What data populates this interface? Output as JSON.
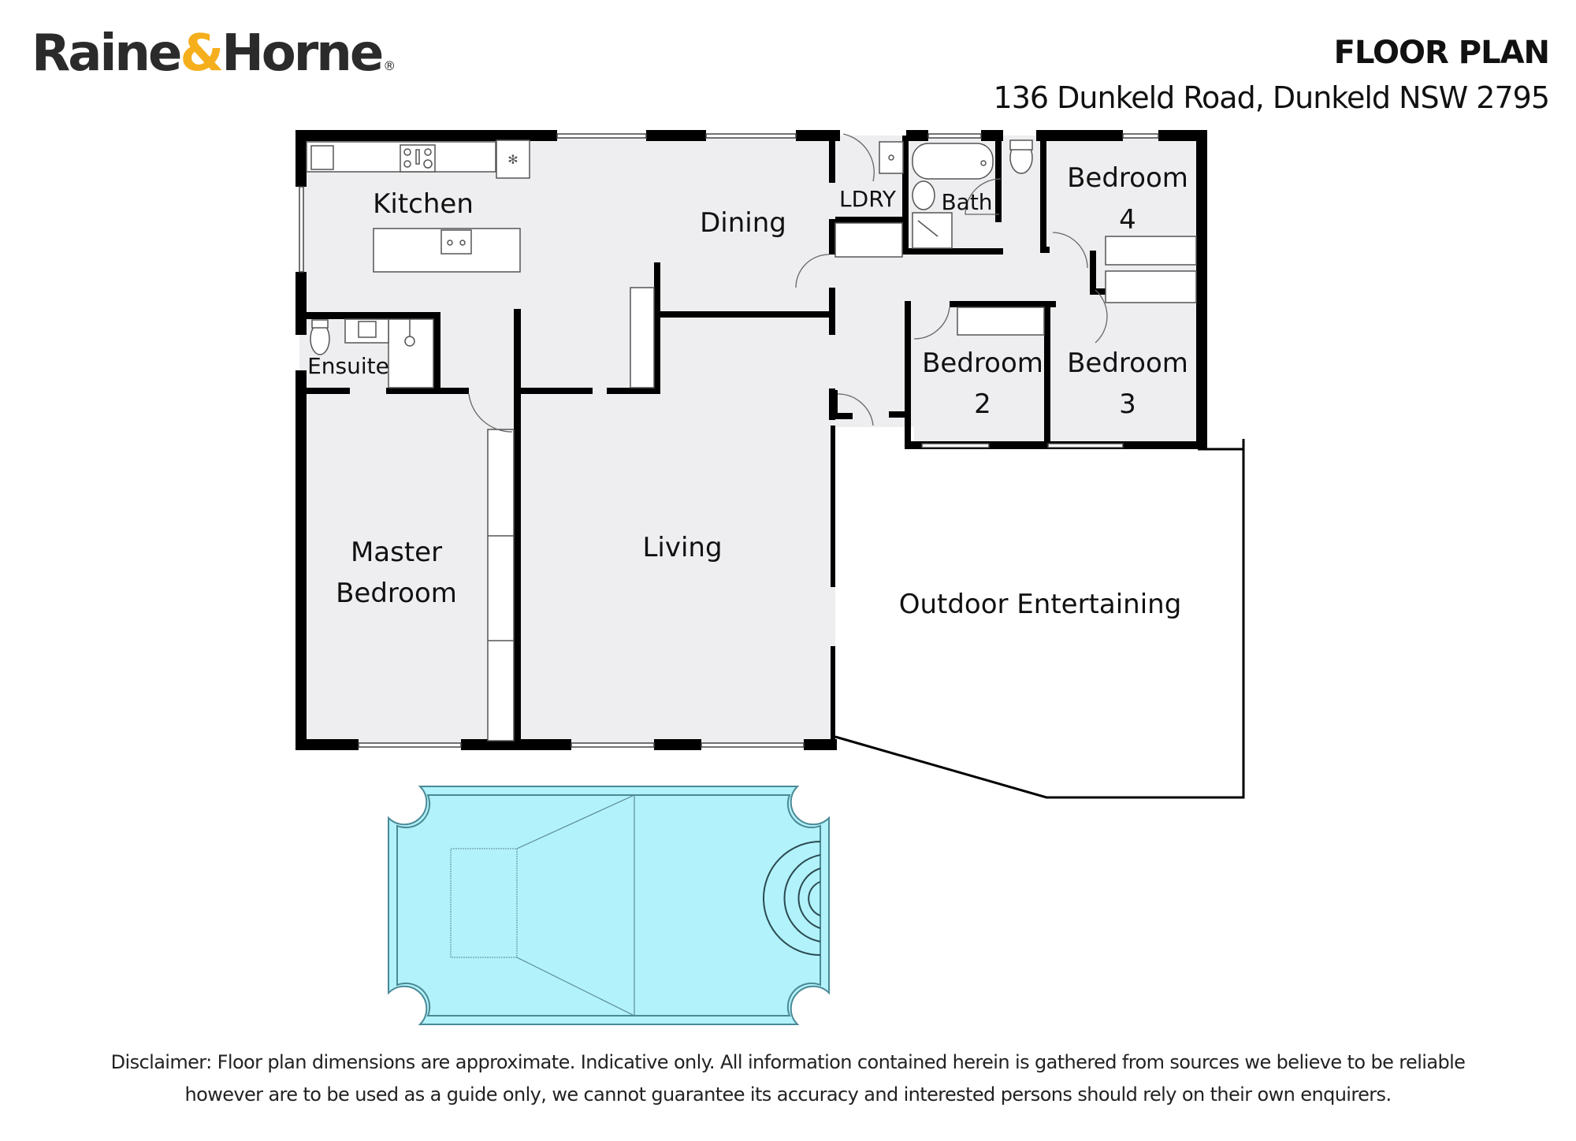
{
  "header": {
    "logo": {
      "part1": "Raine",
      "amp": "&",
      "part2": "Horne",
      "reg": "®"
    },
    "title": "FLOOR PLAN",
    "address": "136 Dunkeld Road, Dunkeld NSW 2795"
  },
  "colors": {
    "brand_dark": "#2b2b2b",
    "brand_accent": "#f5ae1c",
    "floor_fill": "#eeeef0",
    "wall": "#000000",
    "pool_fill": "#b2f2fb",
    "pool_stroke": "#4a8a96"
  },
  "rooms": {
    "kitchen": "Kitchen",
    "dining": "Dining",
    "ldry": "LDRY",
    "bath": "Bath",
    "bedroom4": {
      "line1": "Bedroom",
      "line2": "4"
    },
    "ensuite": "Ensuite",
    "bedroom2": {
      "line1": "Bedroom",
      "line2": "2"
    },
    "bedroom3": {
      "line1": "Bedroom",
      "line2": "3"
    },
    "master": {
      "line1": "Master",
      "line2": "Bedroom"
    },
    "living": "Living",
    "outdoor": "Outdoor Entertaining"
  },
  "fixtures": [
    "cooktop-icon",
    "sink-icon",
    "fridge-icon",
    "toilet-icon",
    "bathtub-icon",
    "shower-icon",
    "basin-icon",
    "laundry-tub-icon",
    "pool-steps",
    "pool-spa-steps"
  ],
  "disclaimer": {
    "label": "Disclaimer:",
    "line1": " Floor plan dimensions are approximate. Indicative only. All information contained herein is gathered from sources we believe to be reliable",
    "line2": "however are to be used as a guide only, we cannot guarantee its accuracy and interested persons should rely on their own enquirers."
  }
}
